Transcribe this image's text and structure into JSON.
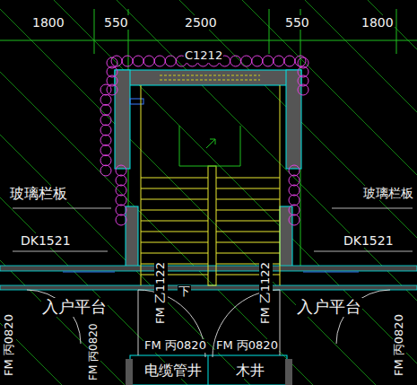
{
  "diagram": {
    "labels": [
      "1800",
      "550",
      "2500",
      "550",
      "1800",
      "C1212",
      "玻璃栏板",
      "玻璃栏板",
      "DK1521",
      "DK1521",
      "入户平台",
      "入户平台",
      "FM 乙1122",
      "下",
      "FM 乙1122",
      "FM 丙0820",
      "FM 丙0820",
      "FM 丙0820",
      "FM 丙0820",
      "FM 丙0820",
      "电缆管井",
      "木井"
    ]
  }
}
